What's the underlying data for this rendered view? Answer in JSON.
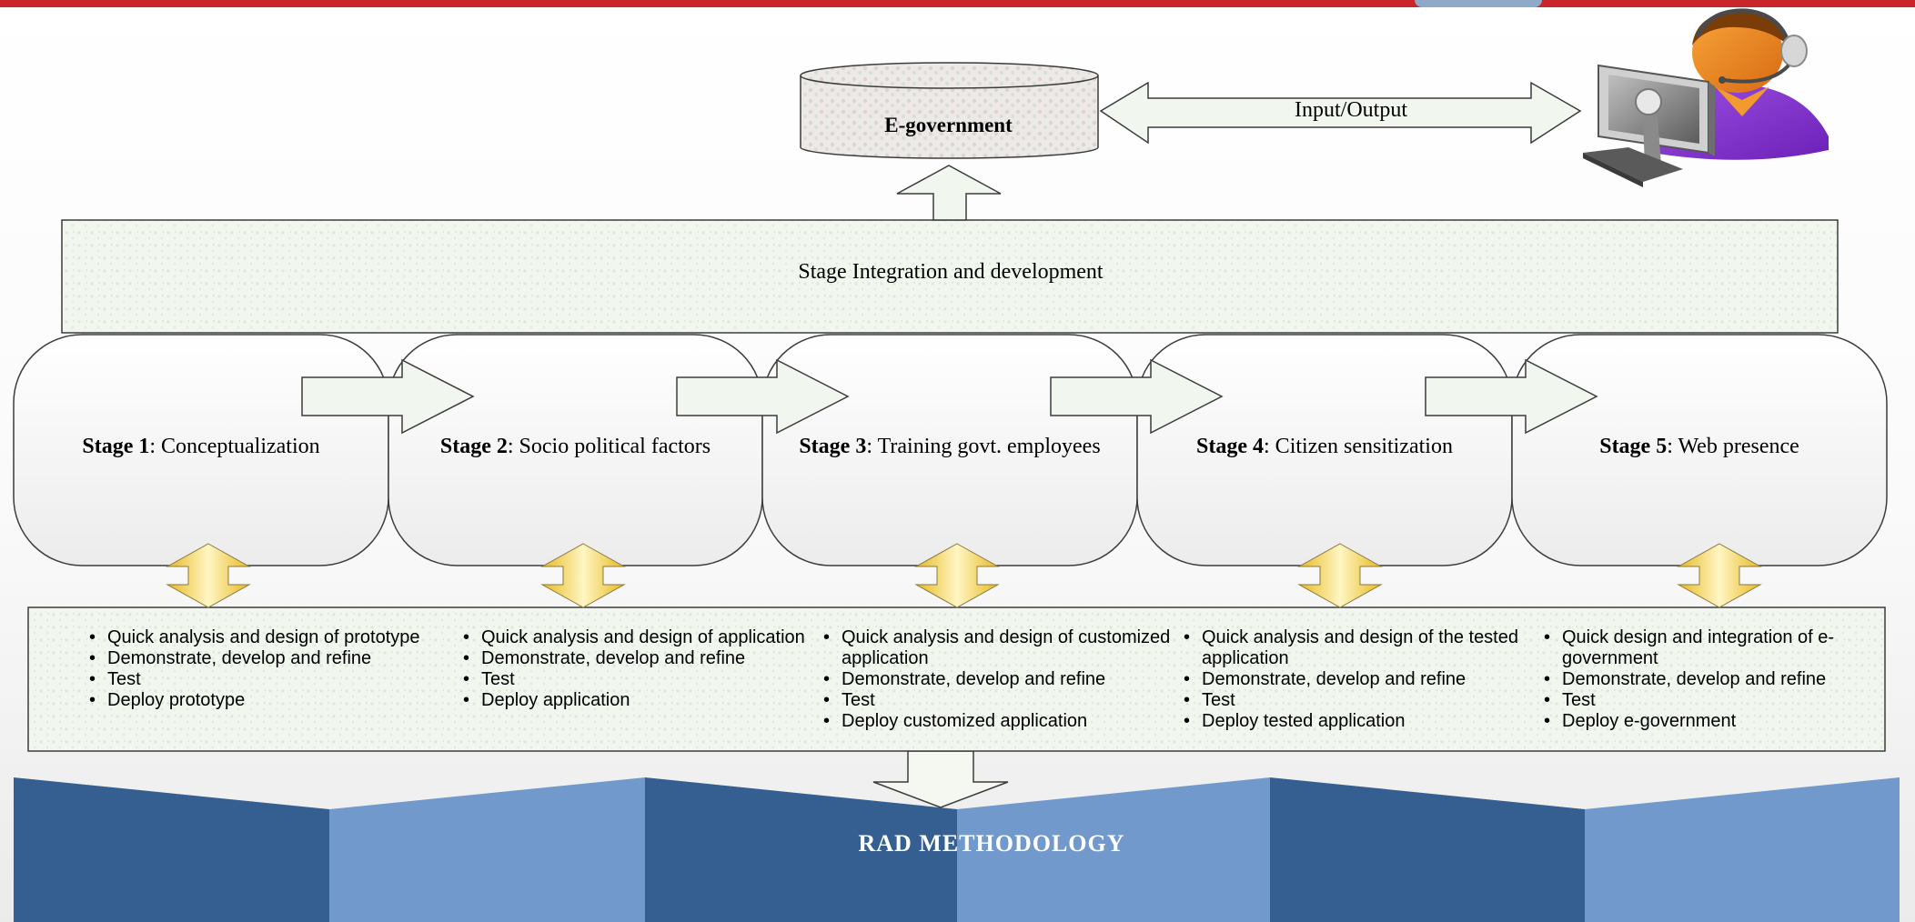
{
  "header": {
    "bar_color": "#c9262b",
    "tab_color": "#8fa9c8"
  },
  "database": {
    "label": "E-government",
    "icon": "database-cylinder-icon"
  },
  "user": {
    "icon": "operator-with-headset-at-computer-icon"
  },
  "io_arrow": {
    "label": "Input/Output"
  },
  "integration": {
    "label": "Stage Integration and development"
  },
  "stages": [
    {
      "prefix": "Stage 1",
      "title": ": Conceptualization"
    },
    {
      "prefix": "Stage 2",
      "title": ": Socio political factors"
    },
    {
      "prefix": "Stage 3",
      "title": ": Training govt. employees"
    },
    {
      "prefix": "Stage 4",
      "title": ": Citizen sensitization"
    },
    {
      "prefix": "Stage 5",
      "title": ": Web presence"
    }
  ],
  "activities": [
    [
      "Quick analysis and design of prototype",
      "Demonstrate, develop and refine",
      "Test",
      "Deploy prototype"
    ],
    [
      "Quick analysis and design of application",
      "Demonstrate, develop and refine",
      "Test",
      "Deploy application"
    ],
    [
      "Quick analysis and design of customized application",
      "Demonstrate, develop and refine",
      "Test",
      "Deploy customized application"
    ],
    [
      "Quick analysis and design of the tested application",
      "Demonstrate, develop and refine",
      "Test",
      "Deploy tested application"
    ],
    [
      "Quick design and integration of e-government",
      "Demonstrate, develop and refine",
      "Test",
      "Deploy e-government"
    ]
  ],
  "banner": {
    "label": "RAD METHODOLOGY",
    "dark_color": "#365f91",
    "light_color": "#7299cb"
  },
  "colors": {
    "pale_fill": "#f1f6ee",
    "stroke": "#3c3c3c",
    "gold_arrow": "#f4d240"
  }
}
